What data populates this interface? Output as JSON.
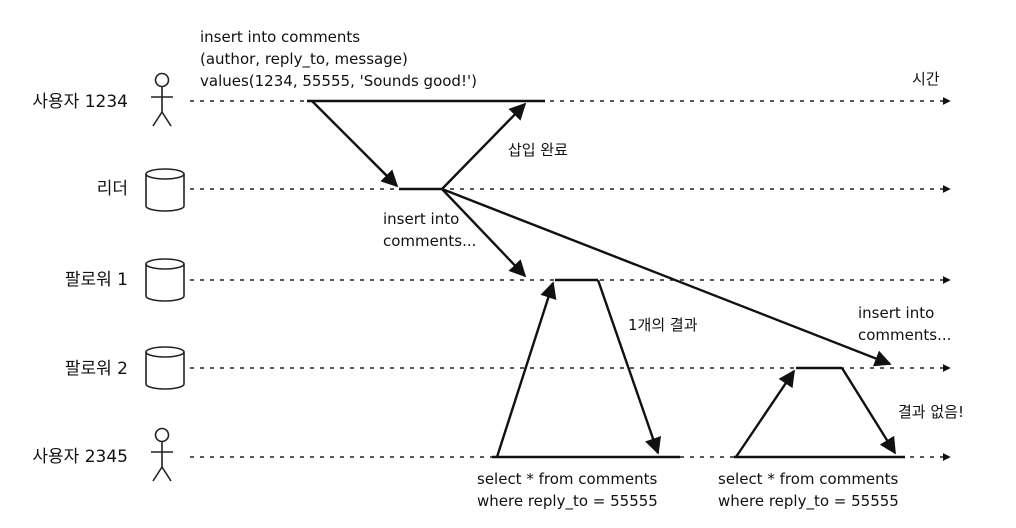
{
  "diagram": {
    "time_label": "시간",
    "lanes": [
      {
        "label": "사용자 1234",
        "icon": "person-icon"
      },
      {
        "label": "리더",
        "icon": "database-icon"
      },
      {
        "label": "팔로워 1",
        "icon": "database-icon"
      },
      {
        "label": "팔로워 2",
        "icon": "database-icon"
      },
      {
        "label": "사용자 2345",
        "icon": "person-icon"
      }
    ],
    "insert_query": {
      "line1": "insert into comments",
      "line2": "(author, reply_to, message)",
      "line3": "values(1234, 55555, 'Sounds good!')"
    },
    "insert_complete": "삽입 완료",
    "replication_to_follower1": {
      "line1": "insert into",
      "line2": "comments..."
    },
    "replication_to_follower2": {
      "line1": "insert into",
      "line2": "comments..."
    },
    "follower1_result": "1개의 결과",
    "follower2_result": "결과 없음!",
    "select_query_1": {
      "line1": "select * from comments",
      "line2": "where reply_to = 55555"
    },
    "select_query_2": {
      "line1": "select * from comments",
      "line2": "where reply_to = 55555"
    }
  }
}
